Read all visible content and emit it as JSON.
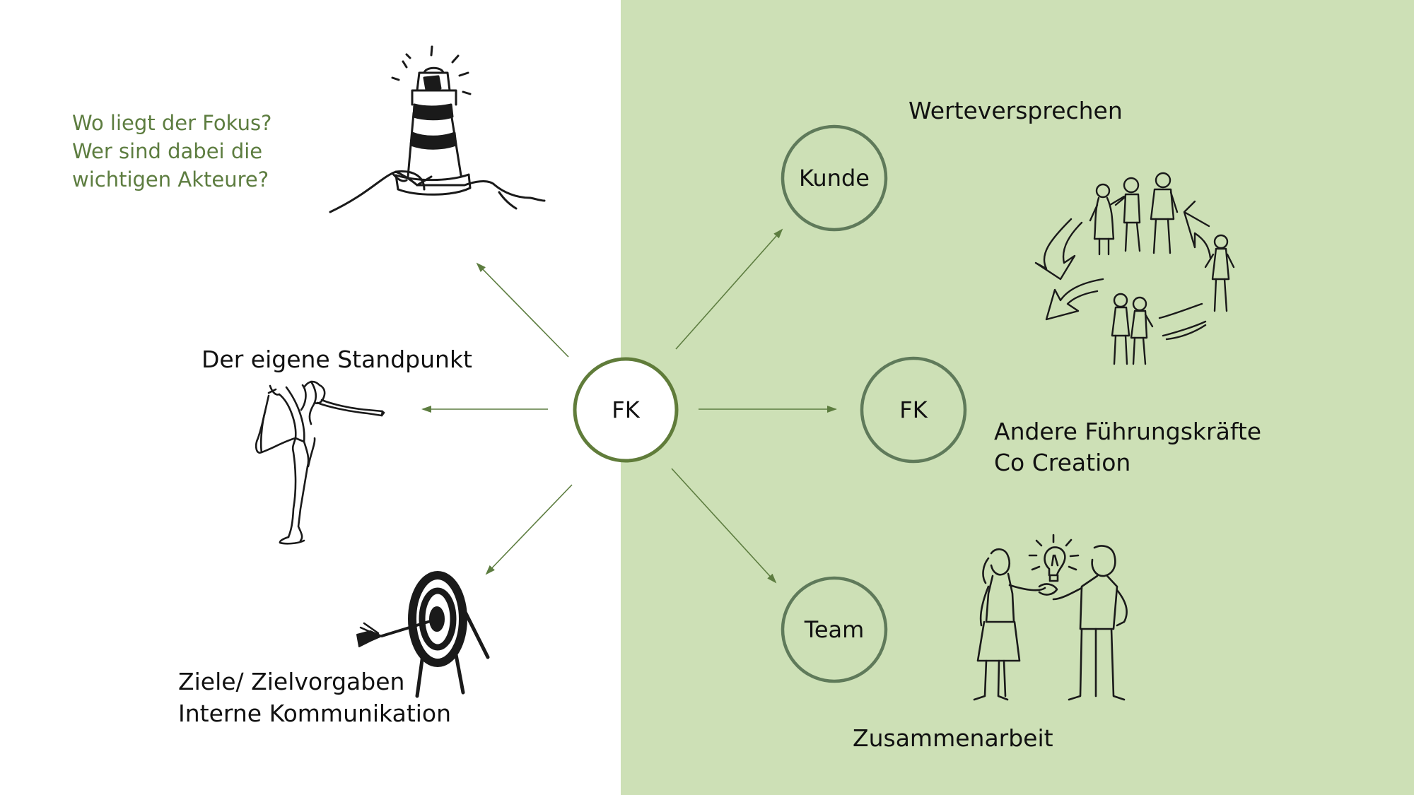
{
  "colors": {
    "panel_bg": "#cde0b6",
    "accent_green": "#5d7d40",
    "circle_stroke": "#5f7a5a",
    "circle_center_stroke": "#607c3a",
    "text": "#111111",
    "sketch": "#1a1a1a"
  },
  "focus_question": {
    "line1": "Wo liegt der Fokus?",
    "line2": "Wer sind dabei die",
    "line3": "wichtigen Akteure?"
  },
  "center_node": {
    "label": "FK"
  },
  "left_labels": {
    "standpoint": "Der eigene Standpunkt",
    "goals_line1": "Ziele/ Zielvorgaben",
    "goals_line2": "Interne Kommunikation"
  },
  "right_nodes": {
    "customer": {
      "label": "Kunde",
      "caption": "Werteversprechen"
    },
    "peers": {
      "label": "FK",
      "caption_line1": "Andere Führungskräfte",
      "caption_line2": "Co Creation"
    },
    "team": {
      "label": "Team",
      "caption": "Zusammenarbeit"
    }
  },
  "icons": [
    "lighthouse-icon",
    "yoga-person-icon",
    "target-arrow-icon",
    "people-circle-icon",
    "idea-bulb-people-icon"
  ]
}
